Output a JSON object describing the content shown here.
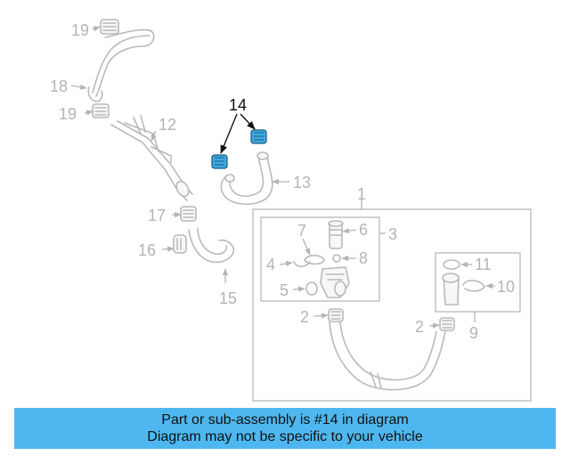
{
  "highlight_color": "#3fa9e0",
  "banner_color": "#4eb7f0",
  "callouts": {
    "c1": "1",
    "c2a": "2",
    "c2b": "2",
    "c3": "3",
    "c4": "4",
    "c5": "5",
    "c6": "6",
    "c7": "7",
    "c8": "8",
    "c9": "9",
    "c10": "10",
    "c11": "11",
    "c12": "12",
    "c13": "13",
    "c14": "14",
    "c15": "15",
    "c16": "16",
    "c17": "17",
    "c18": "18",
    "c19a": "19",
    "c19b": "19"
  },
  "banner": {
    "line1": "Part or sub-assembly is #14 in diagram",
    "line2": "Diagram may not be specific to your vehicle"
  }
}
